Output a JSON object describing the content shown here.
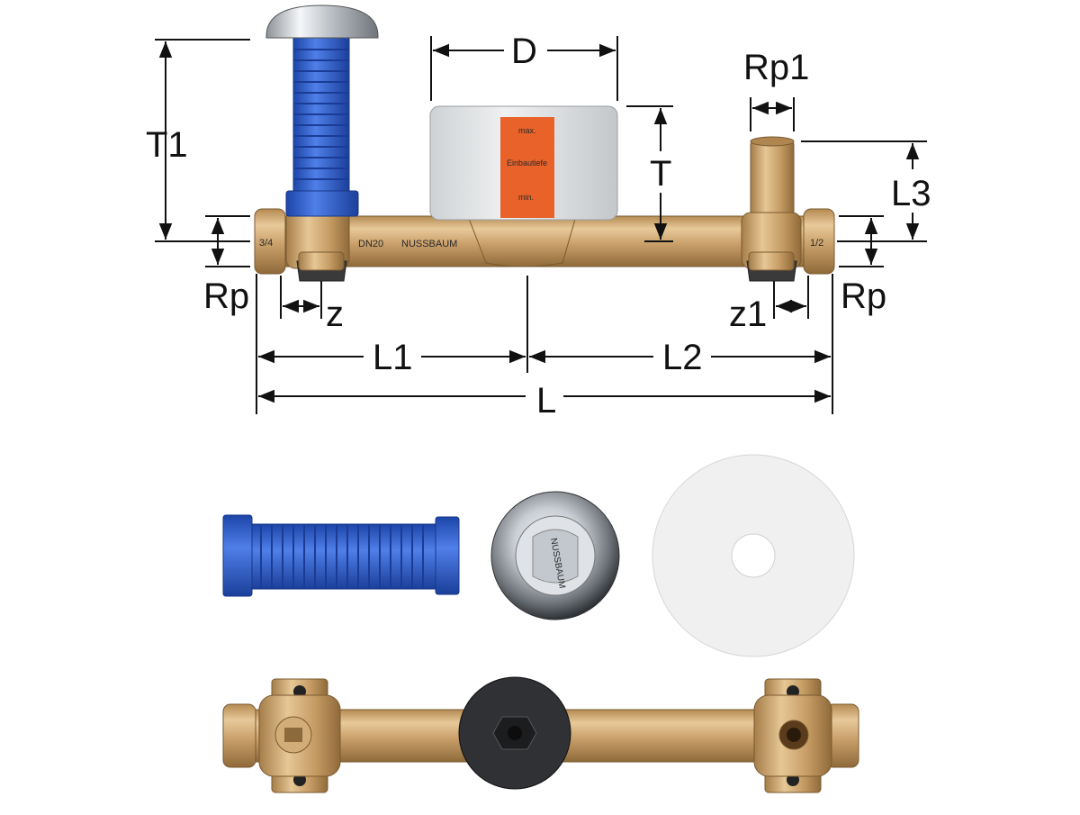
{
  "dimensions": {
    "T1": "T1",
    "D": "D",
    "T": "T",
    "Rp1": "Rp1",
    "L3": "L3",
    "Rp_left": "Rp",
    "Rp_right": "Rp",
    "z": "z",
    "z1": "z1",
    "L1": "L1",
    "L2": "L2",
    "L": "L"
  },
  "product_markings": {
    "label_max": "max.",
    "label_depth": "Einbautiefe",
    "label_min": "min.",
    "pipe_dn": "DN20",
    "pipe_brand": "NUSSBAUM",
    "thread_left": "3/4",
    "thread_right": "1/2",
    "rosette_brand": "NUSSBAUM"
  },
  "colors": {
    "brass": "#c9a06a",
    "hose_blue": "#2c5fd6",
    "label_orange": "#e8622a",
    "chrome": "#c7ccd2",
    "insulation": "#e2e4e6",
    "felt_disc": "#f0f0f0"
  },
  "icons": [
    "dimension-arrow"
  ]
}
